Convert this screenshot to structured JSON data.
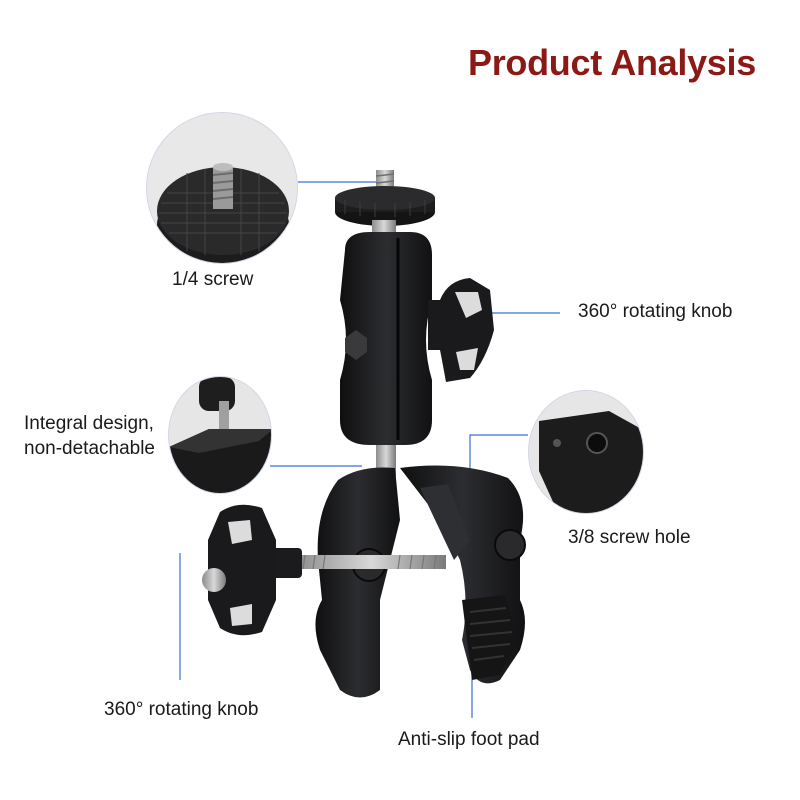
{
  "title": "Product Analysis",
  "labels": {
    "screw_quarter": "1/4 screw",
    "rotating_knob_top": "360° rotating knob",
    "integral_line1": "Integral design,",
    "integral_line2": "non-detachable",
    "screw_hole": "3/8 screw hole",
    "rotating_knob_bottom": "360° rotating knob",
    "foot_pad": "Anti-slip foot pad"
  },
  "colors": {
    "title": "#8b1a17",
    "leader_line": "#3b6fd6",
    "product": "#1b1c1e"
  }
}
